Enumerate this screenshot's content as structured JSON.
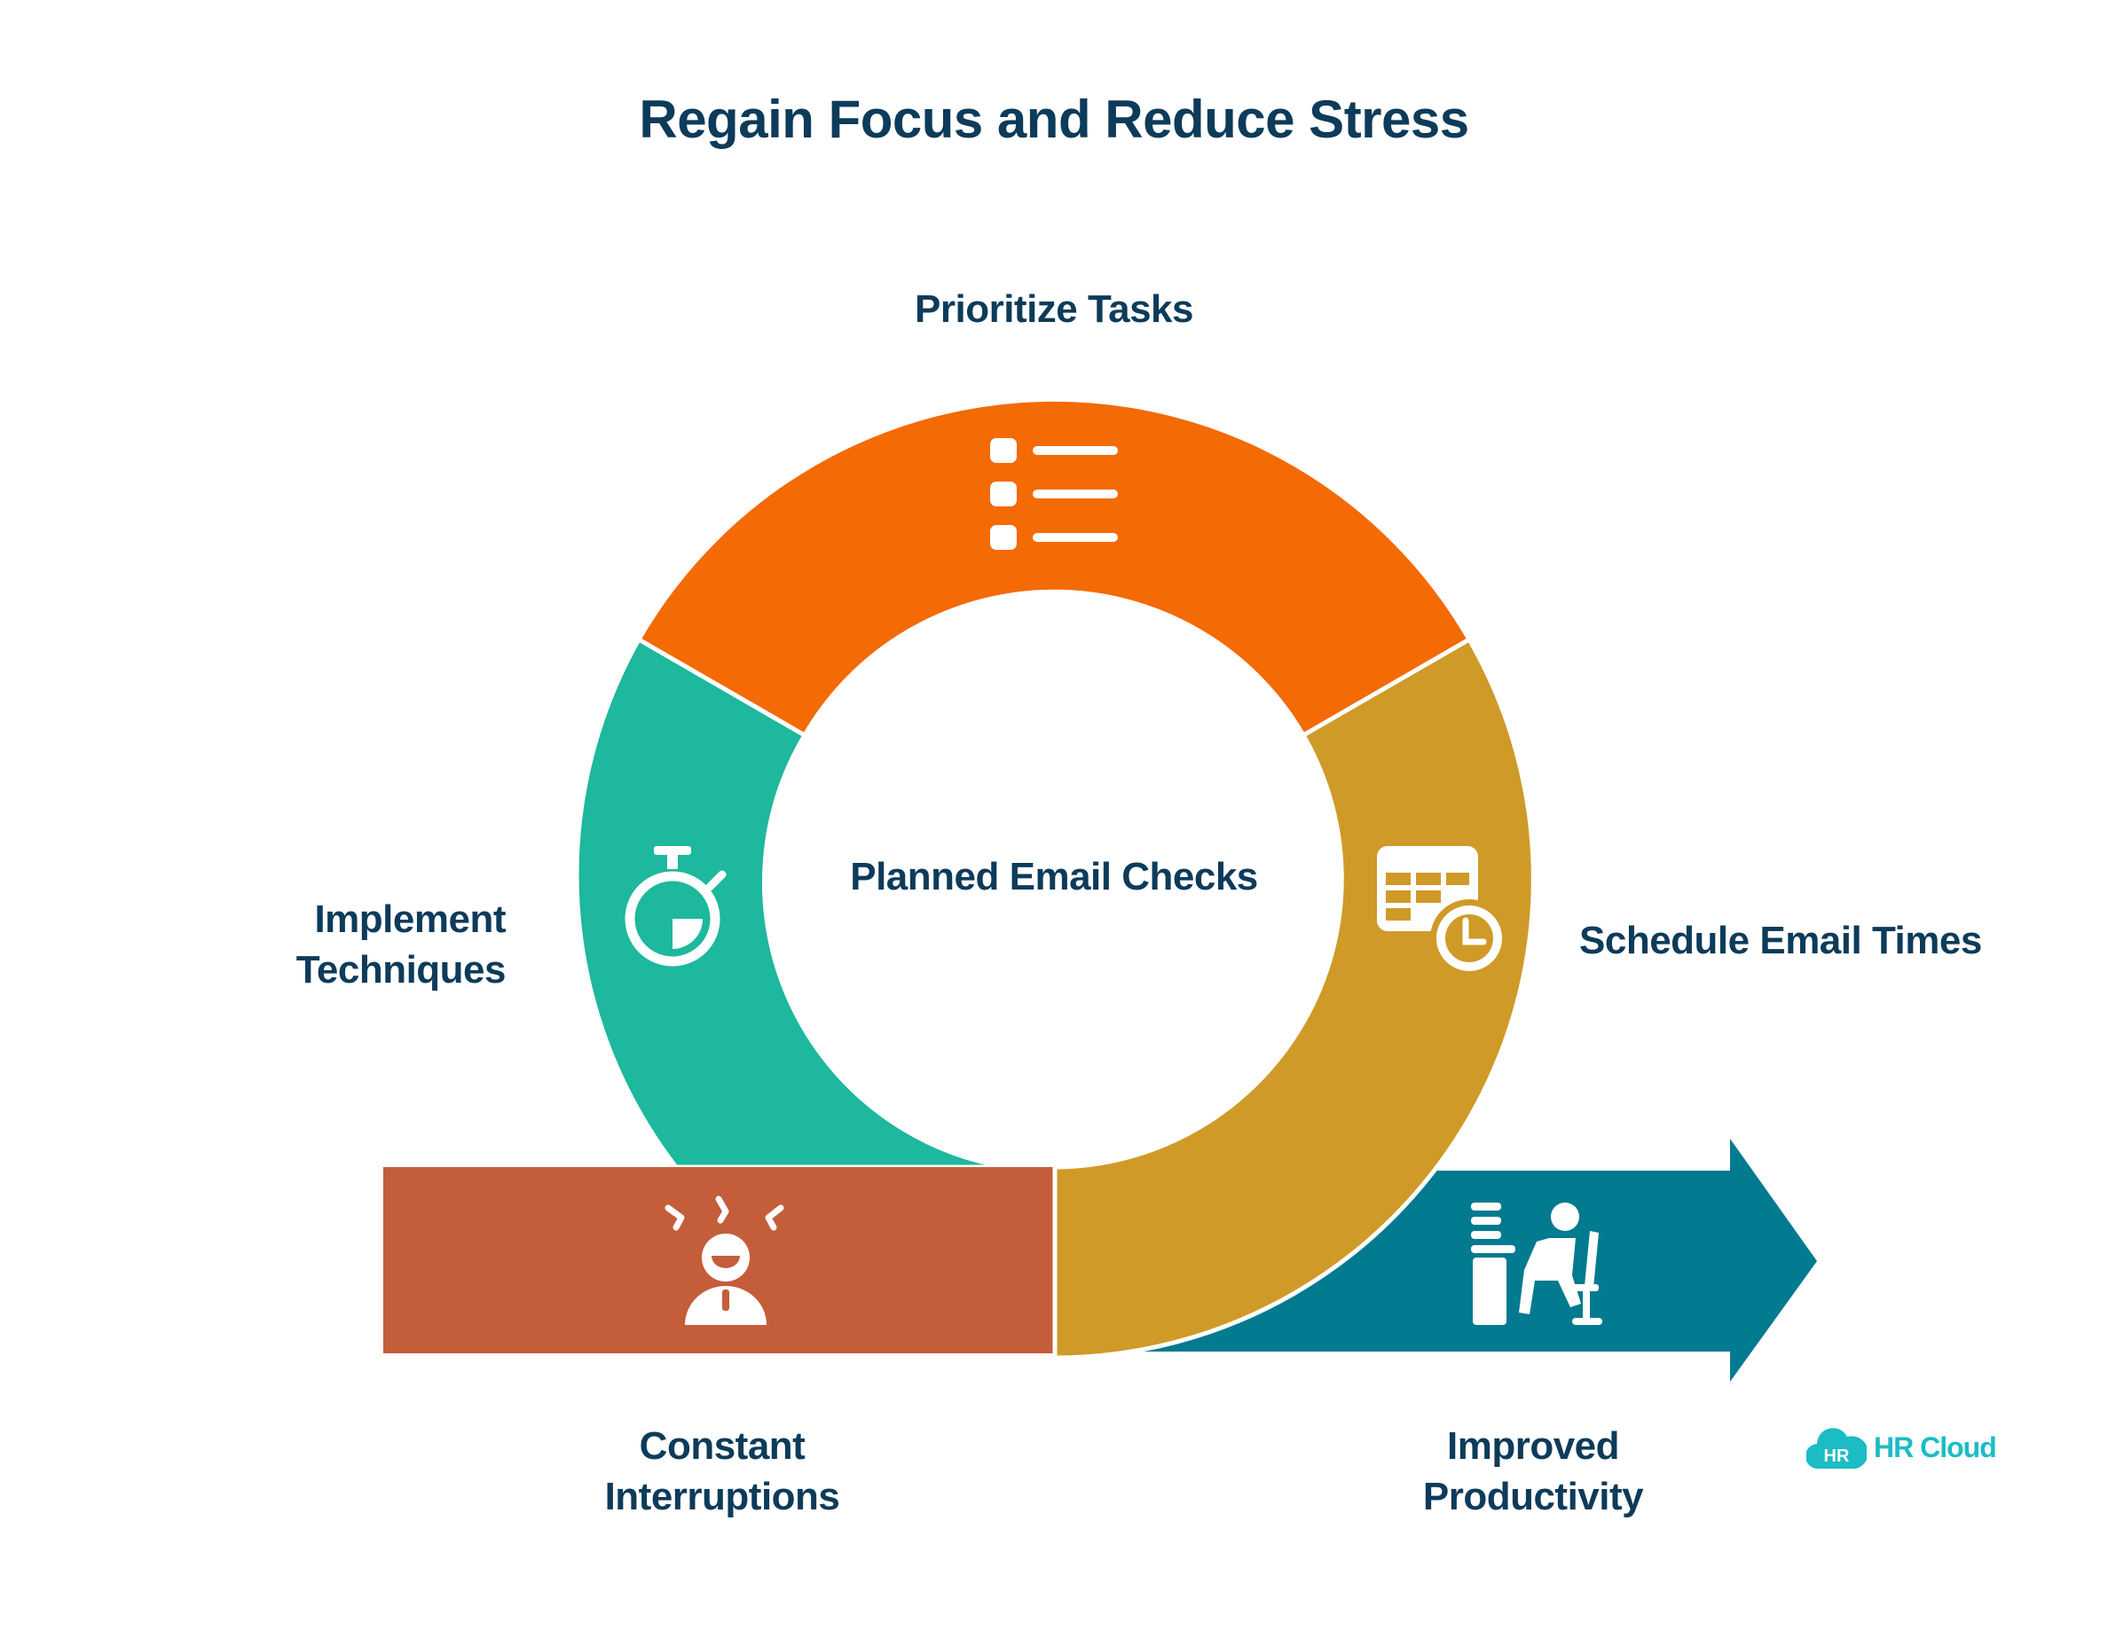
{
  "title": "Regain Focus and Reduce Stress",
  "center_label": "Planned Email Checks",
  "steps": [
    {
      "label": "Prioritize Tasks",
      "icon": "checklist-icon",
      "color": "#f46a04"
    },
    {
      "label": "Schedule Email Times",
      "icon": "calendar-clock-icon",
      "color": "#d09a28"
    },
    {
      "label": "Implement Techniques",
      "icon": "stopwatch-icon",
      "color": "#1db89d"
    }
  ],
  "start": {
    "label": "Constant Interruptions",
    "icon": "stressed-person-icon",
    "color": "#c45d3a"
  },
  "end": {
    "label": "Improved Productivity",
    "icon": "person-at-desk-icon",
    "color": "#027a8f"
  },
  "logo": {
    "badge": "HR",
    "text": "HR Cloud",
    "color": "#1bbcc4"
  }
}
